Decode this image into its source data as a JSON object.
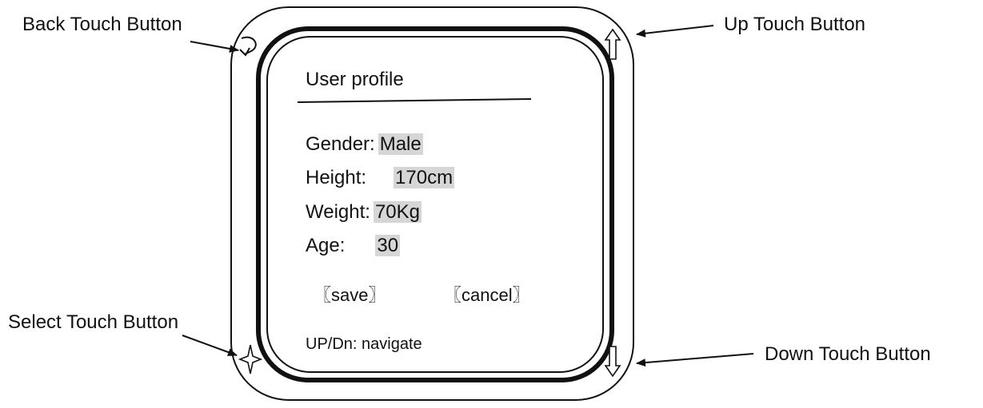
{
  "callouts": {
    "back": "Back Touch Button",
    "up": "Up Touch Button",
    "select": "Select Touch Button",
    "down": "Down Touch Button"
  },
  "screen": {
    "title": "User profile",
    "fields": [
      {
        "label": "Gender:",
        "value": "Male"
      },
      {
        "label": "Height:",
        "value": "170cm"
      },
      {
        "label": "Weight:",
        "value": "70Kg"
      },
      {
        "label": "Age:",
        "value": "30"
      }
    ],
    "save_label": "〖save〗",
    "cancel_label": "〖cancel〗",
    "hint": "UP/Dn: navigate"
  },
  "icons": {
    "back": "back-arrow-icon",
    "up": "up-arrow-icon",
    "down": "down-arrow-icon",
    "select": "four-point-star-icon"
  },
  "colors": {
    "value_highlight": "#d6d6d6",
    "outline": "#111111"
  }
}
